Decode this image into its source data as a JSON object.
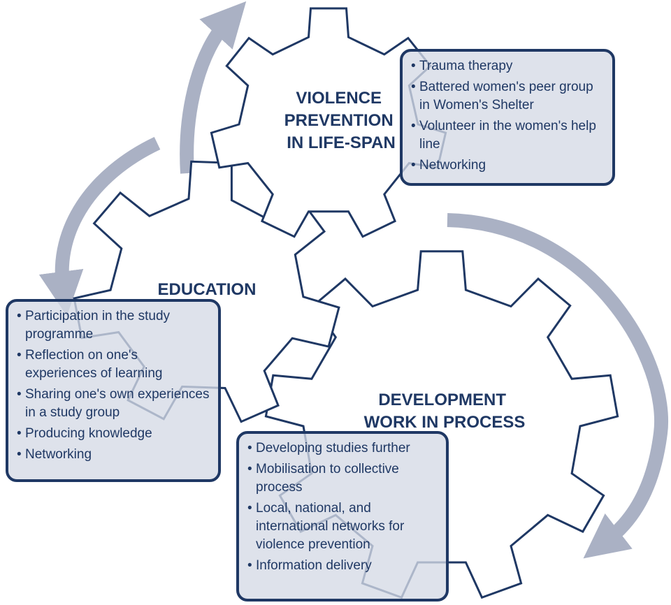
{
  "colors": {
    "gear_stroke": "#1f3864",
    "gear_fill": "#ffffff",
    "arrow": "#aab1c4",
    "box_fill": "#d5dae5",
    "text": "#1f3864"
  },
  "gears": {
    "violence": {
      "title_lines": [
        "VIOLENCE",
        "PREVENTION",
        "IN LIFE-SPAN"
      ],
      "items": [
        "Trauma therapy",
        "Battered women's peer group in Women's Shelter",
        "Volunteer in the women's help line",
        "Networking"
      ]
    },
    "education": {
      "title_lines": [
        "EDUCATION"
      ],
      "items": [
        "Participation in the study programme",
        "Reflection on one's experiences of learning",
        "Sharing one's own experiences in a study group",
        "Producing knowledge",
        "Networking"
      ]
    },
    "development": {
      "title_lines": [
        "DEVELOPMENT",
        "WORK IN PROCESS"
      ],
      "items": [
        "Developing studies further",
        "Mobilisation to collective process",
        "Local, national, and international networks for violence prevention",
        "Information delivery"
      ]
    }
  }
}
